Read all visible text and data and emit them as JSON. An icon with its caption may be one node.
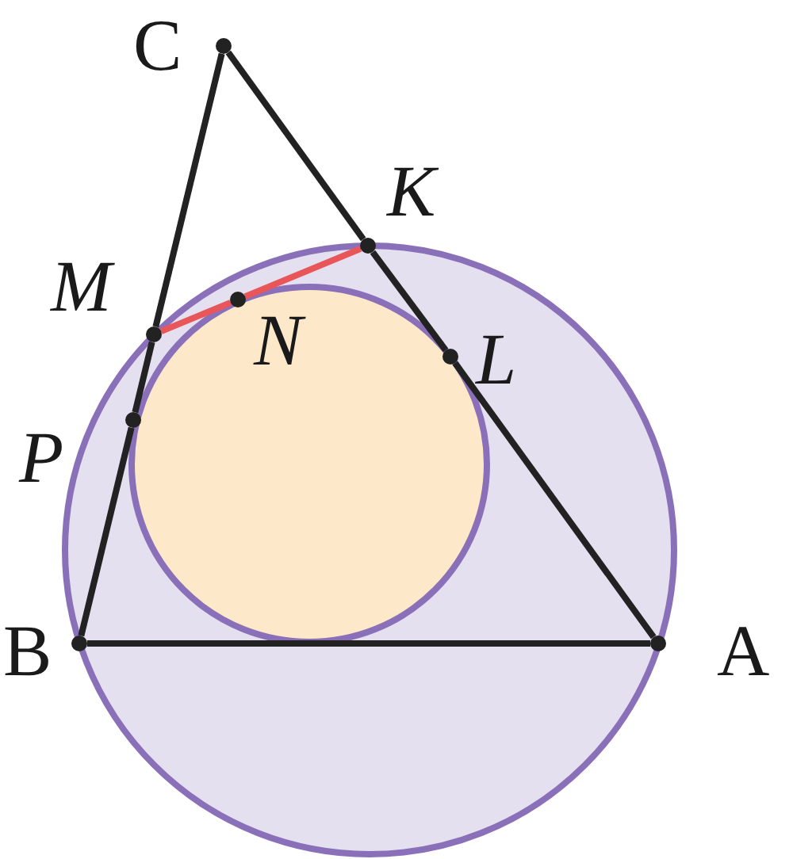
{
  "diagram": {
    "nodes": [
      {
        "text": [],
        "shape": "circle",
        "beside": [
          "C"
        ]
      },
      {
        "text": [],
        "shape": "circle",
        "beside": [
          "K"
        ]
      },
      {
        "text": [],
        "shape": "circle",
        "beside": [
          "M"
        ]
      },
      {
        "text": [],
        "shape": "circle",
        "beside": [
          "N"
        ]
      },
      {
        "text": [],
        "shape": "circle",
        "beside": [
          "L"
        ]
      },
      {
        "text": [],
        "shape": "circle",
        "beside": [
          "P"
        ]
      },
      {
        "text": [],
        "shape": "circle",
        "beside": [
          "B"
        ]
      },
      {
        "text": [],
        "shape": "circle",
        "beside": [
          "A"
        ]
      }
    ],
    "edges": [
      {
        "from": 0,
        "to": 2,
        "arrow": "none"
      },
      {
        "from": 2,
        "to": 5,
        "arrow": "none"
      },
      {
        "from": 5,
        "to": 6,
        "arrow": "none"
      },
      {
        "from": 0,
        "to": 1,
        "arrow": "none"
      },
      {
        "from": 1,
        "to": 4,
        "arrow": "none"
      },
      {
        "from": 4,
        "to": 7,
        "arrow": "none"
      },
      {
        "from": 6,
        "to": 7,
        "arrow": "none"
      },
      {
        "from": 2,
        "to": 3,
        "arrow": "none",
        "color": "#e8565a"
      },
      {
        "from": 3,
        "to": 1,
        "arrow": "none",
        "color": "#e8565a"
      }
    ]
  }
}
